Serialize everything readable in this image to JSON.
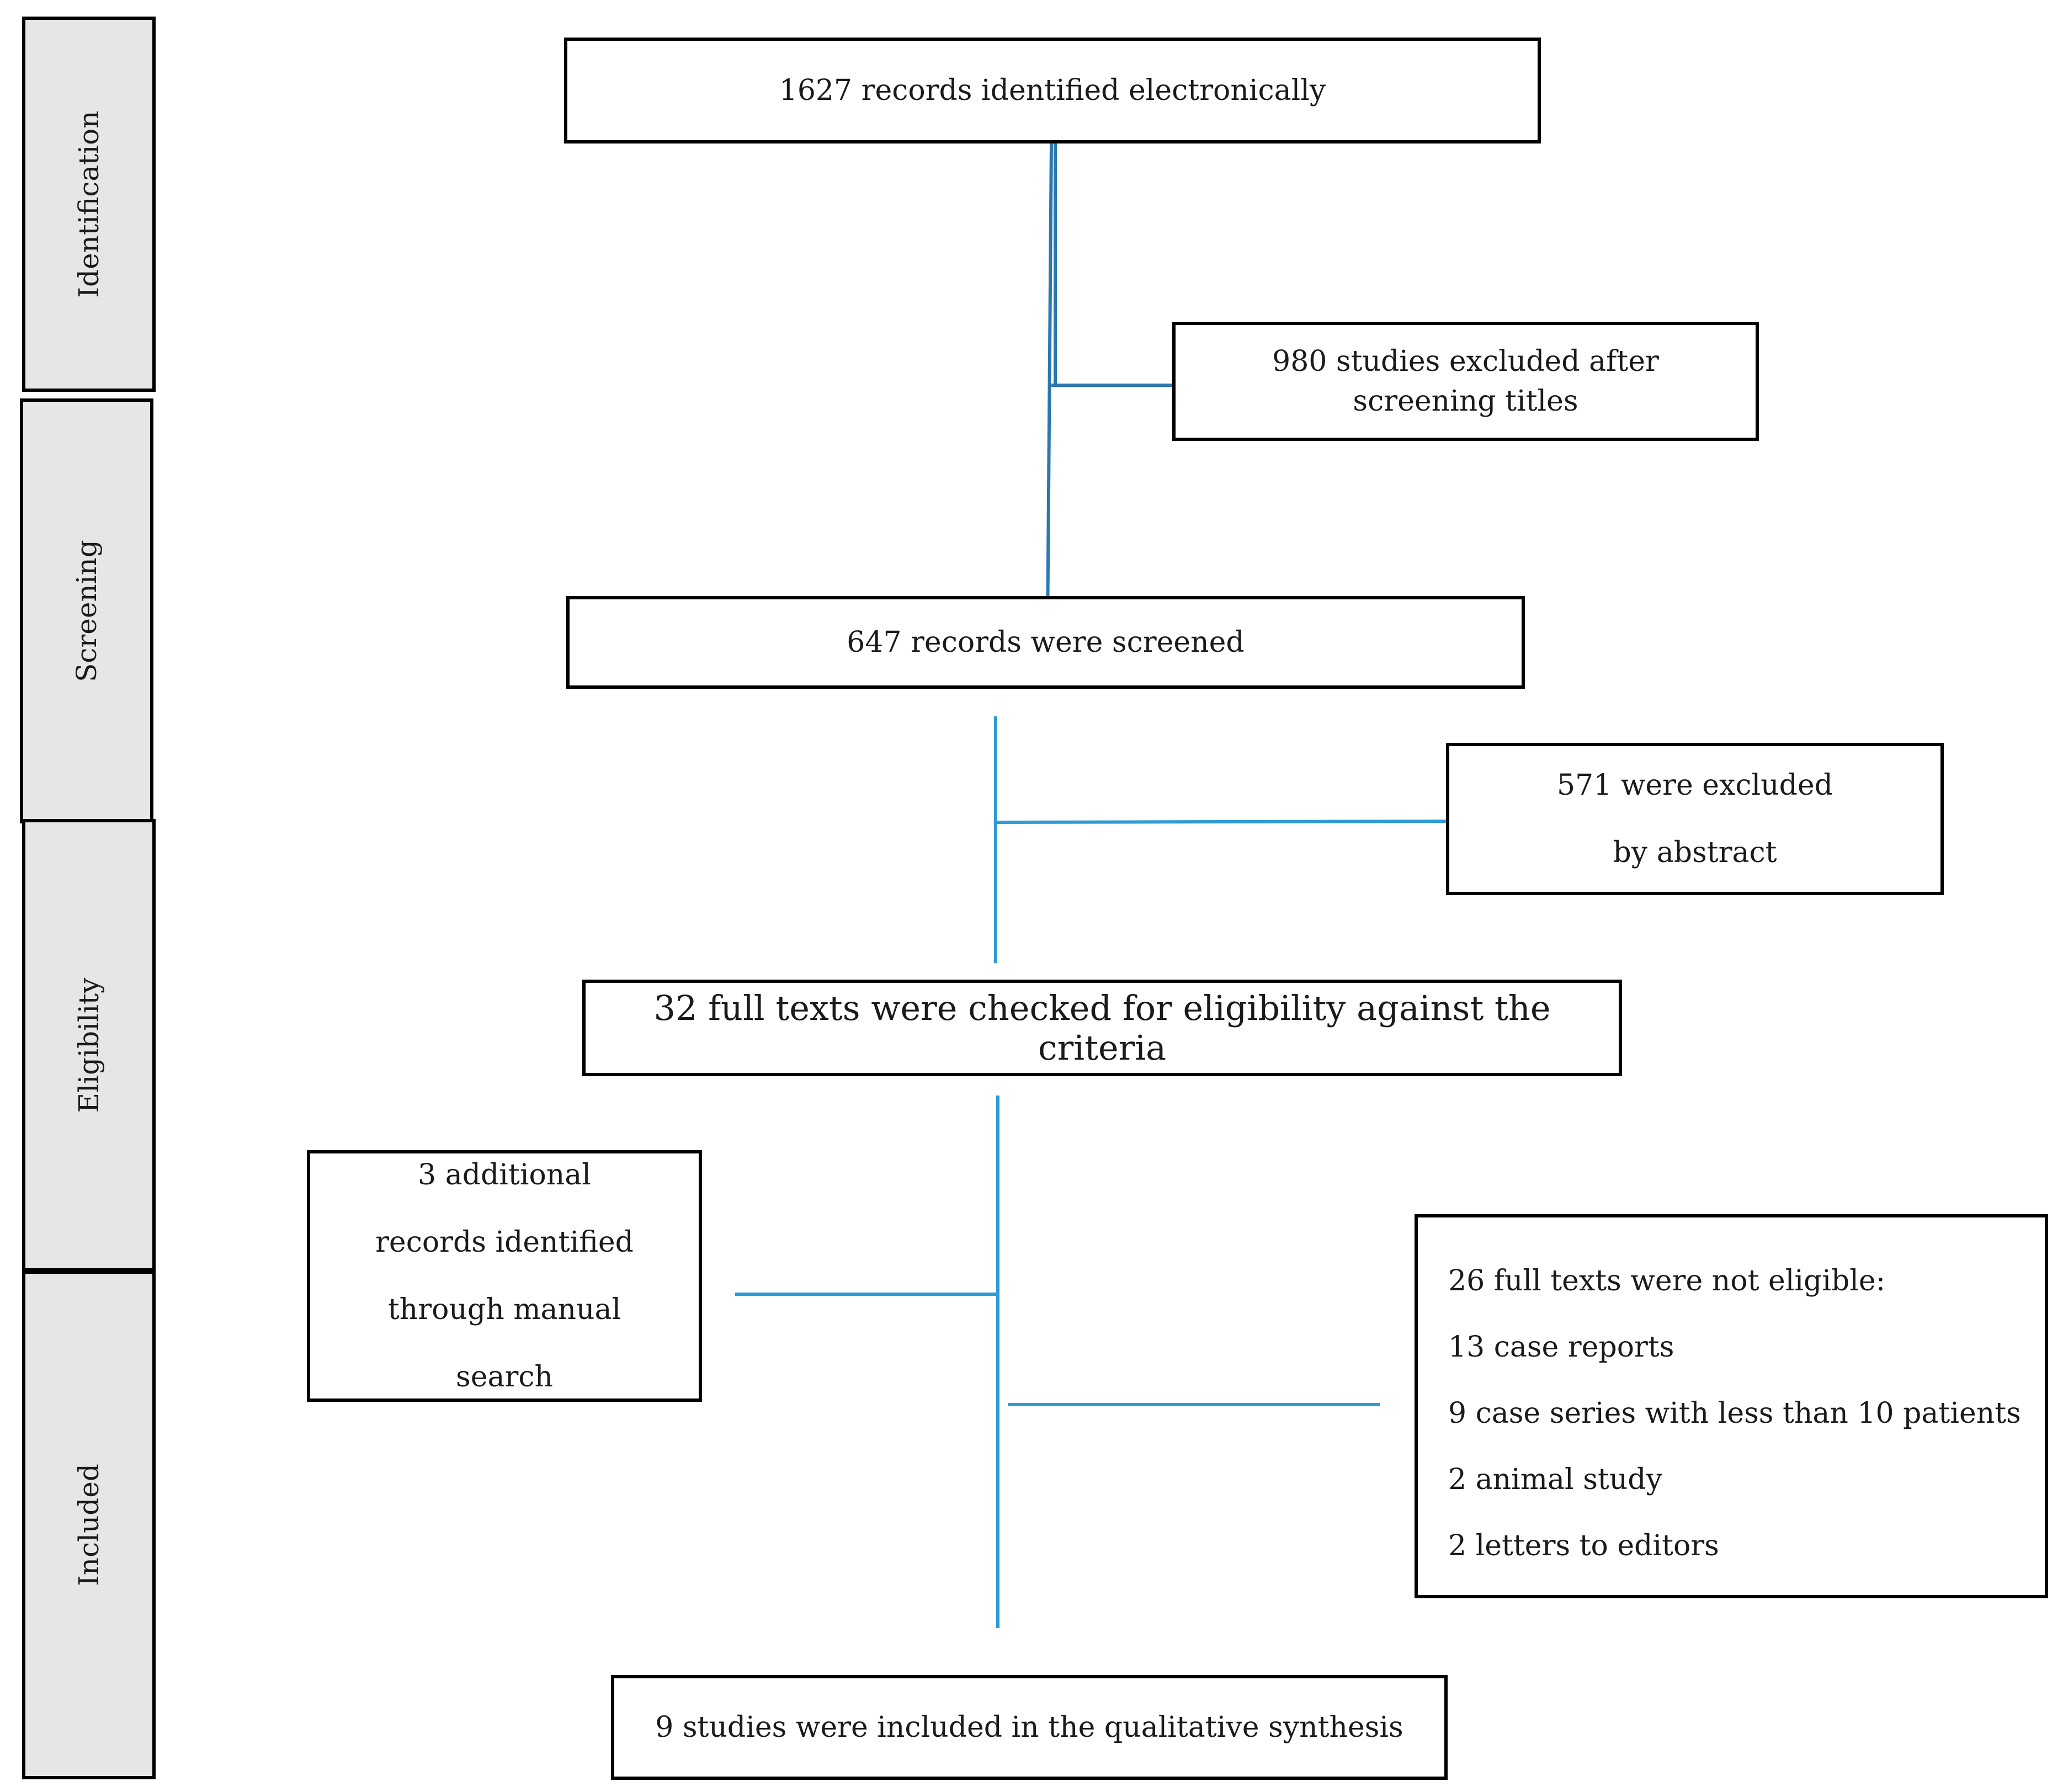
{
  "phases": {
    "identification": "Identification",
    "screening": "Screening",
    "eligibility": "Eligibility",
    "included": "Included"
  },
  "boxes": {
    "identified": "1627 records identified electronically",
    "excluded_titles": "980 studies excluded after screening titles",
    "screened": "647 records were screened",
    "excluded_abstract": "571 were excluded by abstract",
    "full_texts": "32 full texts were checked for eligibility against the criteria",
    "manual_search": "3 additional records identified through manual search",
    "included": "9 studies were included in the qualitative synthesis"
  },
  "not_eligible": {
    "heading": "26 full texts were not eligible:",
    "items": [
      "13 case reports",
      "9 case series with less than 10 patients",
      "2 animal study",
      "2 letters to editors"
    ]
  },
  "colors": {
    "connector": "#2f9bd4",
    "connector_dark": "#2a78b0",
    "phase_fill": "#e6e6e6"
  }
}
